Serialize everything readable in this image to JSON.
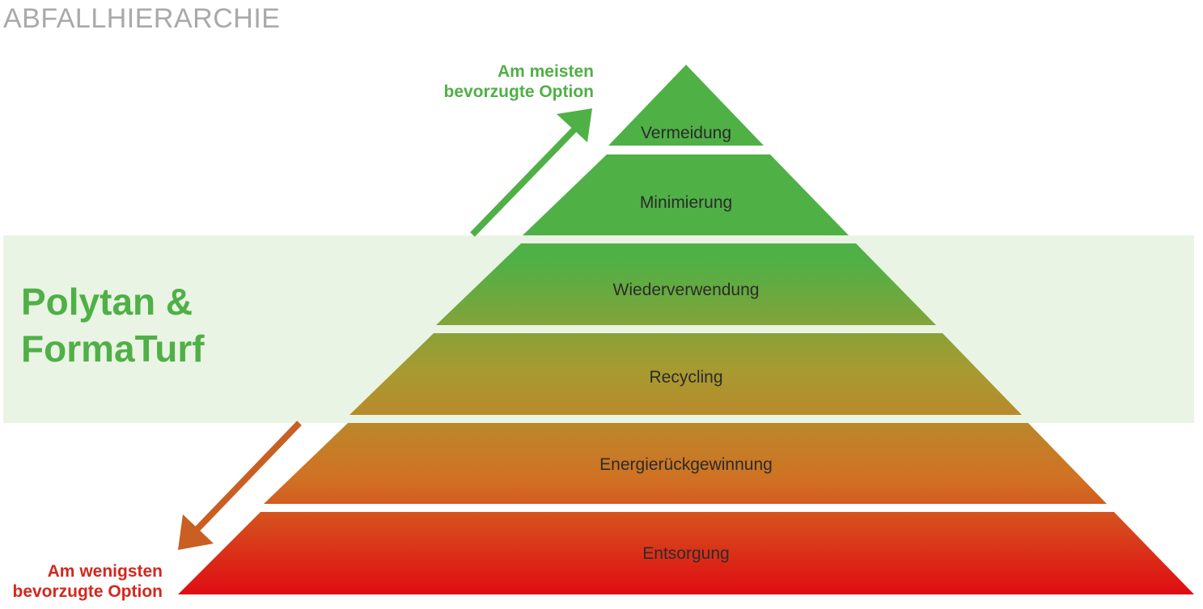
{
  "title": "ABFALLHIERARCHIE",
  "brand": {
    "line1": "Polytan &",
    "line2": "FormaTurf"
  },
  "most_preferred": {
    "line1": "Am meisten",
    "line2": "bevorzugte Option"
  },
  "least_preferred": {
    "line1": "Am wenigsten",
    "line2": "bevorzugte Option"
  },
  "pyramid": {
    "tiers": [
      {
        "label": "Vermeidung"
      },
      {
        "label": "Minimierung"
      },
      {
        "label": "Wiederverwendung"
      },
      {
        "label": "Recycling"
      },
      {
        "label": "Energierückgewinnung"
      },
      {
        "label": "Entsorgung"
      }
    ],
    "gradient": [
      "#4fb046",
      "#4fb046",
      "#a89a30",
      "#d07223",
      "#e00c12"
    ]
  },
  "colors": {
    "accent_green": "#4fb046",
    "accent_red": "#d5271d",
    "band_fill": "#eaf4e4",
    "title_gray": "#a9a9a9"
  }
}
